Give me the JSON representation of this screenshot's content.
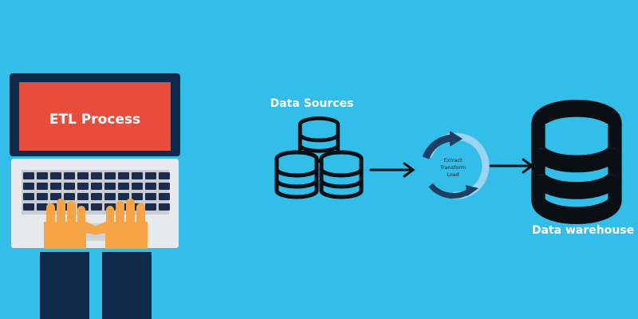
{
  "colors": {
    "background": "#33bde9",
    "laptop_bezel": "#0e2a4a",
    "screen": "#e84c3d",
    "laptop_body": "#e7e9ec",
    "keyboard_key": "#1b2d4a",
    "hand": "#f7a446",
    "sleeve": "#0e2a4a",
    "icon_stroke": "#0a0f14",
    "label_text": "#ffffff",
    "cycle_light": "#9bd4f0",
    "cycle_dark": "#1d3f63"
  },
  "laptop": {
    "screen_text": "ETL Process"
  },
  "sources": {
    "label": "Data Sources",
    "icon": "database-stack-icon"
  },
  "process": {
    "line1": "Extract",
    "line2": "Transform",
    "line3": "Load",
    "icon": "cycle-arrows-icon"
  },
  "warehouse": {
    "label": "Data warehouse",
    "icon": "database-icon"
  }
}
